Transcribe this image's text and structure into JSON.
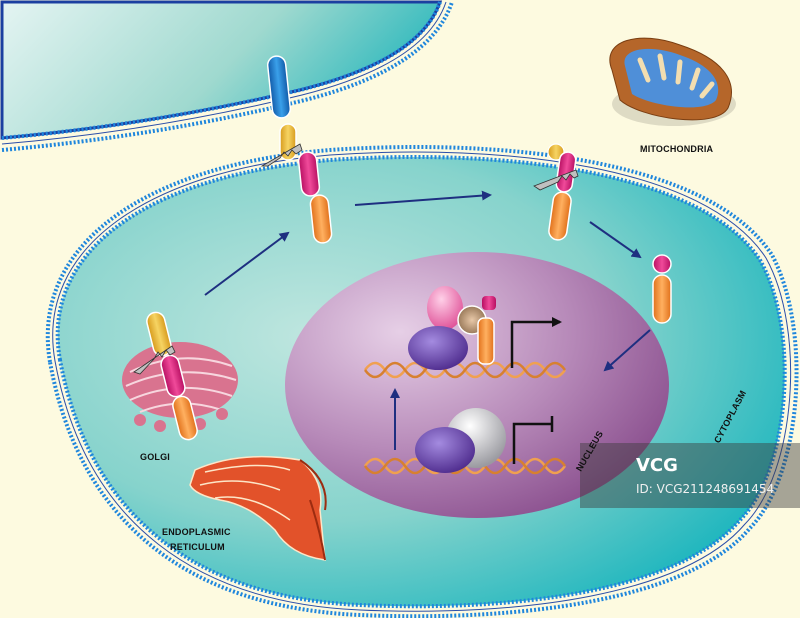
{
  "title": "Cell signaling pathway: receptor activation and gene transcription",
  "labels": {
    "mitochondria": "MITOCHONDRIA",
    "golgi": "GOLGI",
    "er_line1": "ENDOPLASMIC",
    "er_line2": "RETICULUM",
    "nucleus": "NUCLEUS",
    "cytoplasm": "CYTOPLASM"
  },
  "watermark": {
    "logo": "VCG",
    "id": "ID: VCG211248691454"
  },
  "colors": {
    "background": "#fdfae0",
    "cytoplasm": "#3fc1c0",
    "nucleus": "#a76fa8",
    "membrane": "#1f7fd6",
    "receptor_blue": "#1a6fc4",
    "receptor_yellow": "#e8b42c",
    "receptor_magenta": "#d81b7a",
    "receptor_orange": "#f08a24",
    "er": "#e2522a",
    "golgi": "#d9738f",
    "mitochondria_outer": "#b5662a",
    "mitochondria_inner": "#4f8fd8",
    "dna": "#f0a050",
    "arrow": "#1e2f80"
  }
}
